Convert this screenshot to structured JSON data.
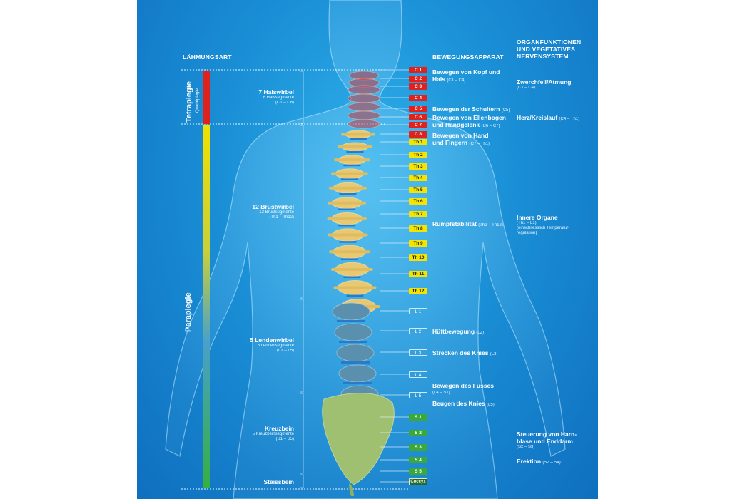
{
  "headers": {
    "paralysis": "LÄHMUNGSART",
    "movement": "BEWEGUNGSAPPARAT",
    "organs_l1": "ORGANFUNKTIONEN",
    "organs_l2": "UND VEGETATIVES",
    "organs_l3": "NERVENSYSTEM"
  },
  "paralysis_types": {
    "tetra": "Tetraplegie",
    "quadri": "Quadriplegie",
    "para": "Paraplegie"
  },
  "vertebra_groups": {
    "hals": {
      "title": "7 Halswirbel",
      "sub": "8 Halssegmente",
      "range": "(C1 – C8)"
    },
    "brust": {
      "title": "12 Brustwirbel",
      "sub": "12 Brustsegmente",
      "range": "(Th1 – Th12)"
    },
    "lenden": {
      "title": "5 Lendenwirbel",
      "sub": "5 Lendensegmente",
      "range": "(L1 – L5)"
    },
    "kreuz": {
      "title": "Kreuzbein",
      "sub": "5 Kreuzbeinsegmente",
      "range": "(S1 – S5)"
    },
    "steiss": {
      "title": "Steissbein"
    }
  },
  "segments": {
    "c": [
      "C 1",
      "C 2",
      "C 3",
      "C 4",
      "C 5",
      "C 6",
      "C 7",
      "C 8"
    ],
    "th": [
      "Th 1",
      "Th 2",
      "Th 3",
      "Th 4",
      "Th 5",
      "Th 6",
      "Th 7",
      "Th 8",
      "Th 9",
      "Th 10",
      "Th 11",
      "Th 12"
    ],
    "l": [
      "L 1",
      "L 2",
      "L 3",
      "L 4",
      "L 5"
    ],
    "s": [
      "S 1",
      "S 2",
      "S 3",
      "S 4",
      "S 5"
    ],
    "coccyx": "Coccyx"
  },
  "movement": {
    "kopf_l1": "Bewegen von Kopf und",
    "kopf_l2": "Hals",
    "kopf_r": "(C1 – C4)",
    "schultern": "Bewegen der Schultern",
    "schultern_r": "(C5)",
    "ellen_l1": "Bewegen von Ellenbogen",
    "ellen_l2": "und Handgelenk",
    "ellen_r": "(C6 – C7)",
    "hand_l1": "Bewegen von Hand",
    "hand_l2": "und Fingern",
    "hand_r": "(C7 – Th1)",
    "rumpf": "Rumpfstabilität",
    "rumpf_r": "(Th2 – Th12)",
    "huefte": "Hüftbewegung",
    "huefte_r": "(L2)",
    "strecken": "Strecken des Knies",
    "strecken_r": "(L3)",
    "fusses": "Bewegen des Fusses",
    "fusses_r": "(L4 – S1)",
    "beugen": "Beugen des Knies",
    "beugen_r": "(L5)"
  },
  "organs": {
    "zwerch": "Zwerchfell/Atmung",
    "zwerch_r": "(C1 – C4)",
    "herz": "Herz/Kreislauf",
    "herz_r": "(C4 – Th1)",
    "innere": "Innere Organe",
    "innere_r": "(Th1 – L1)",
    "innere_n1": "(einschliesslich Temperatur-",
    "innere_n2": "regulation)",
    "steuer_l1": "Steuerung von Harn-",
    "steuer_l2": "blase und Enddarm",
    "steuer_r": "(S2 – S3)",
    "erektion": "Erektion",
    "erektion_r": "(S2 – S4)"
  },
  "colors": {
    "background": "#1a8fd6",
    "cervical": "#e0221f",
    "thoracic": "#f4e400",
    "lumbar": "#5a8fae",
    "sacral": "#3aa83a",
    "coccyx": "#1e6a3a"
  }
}
